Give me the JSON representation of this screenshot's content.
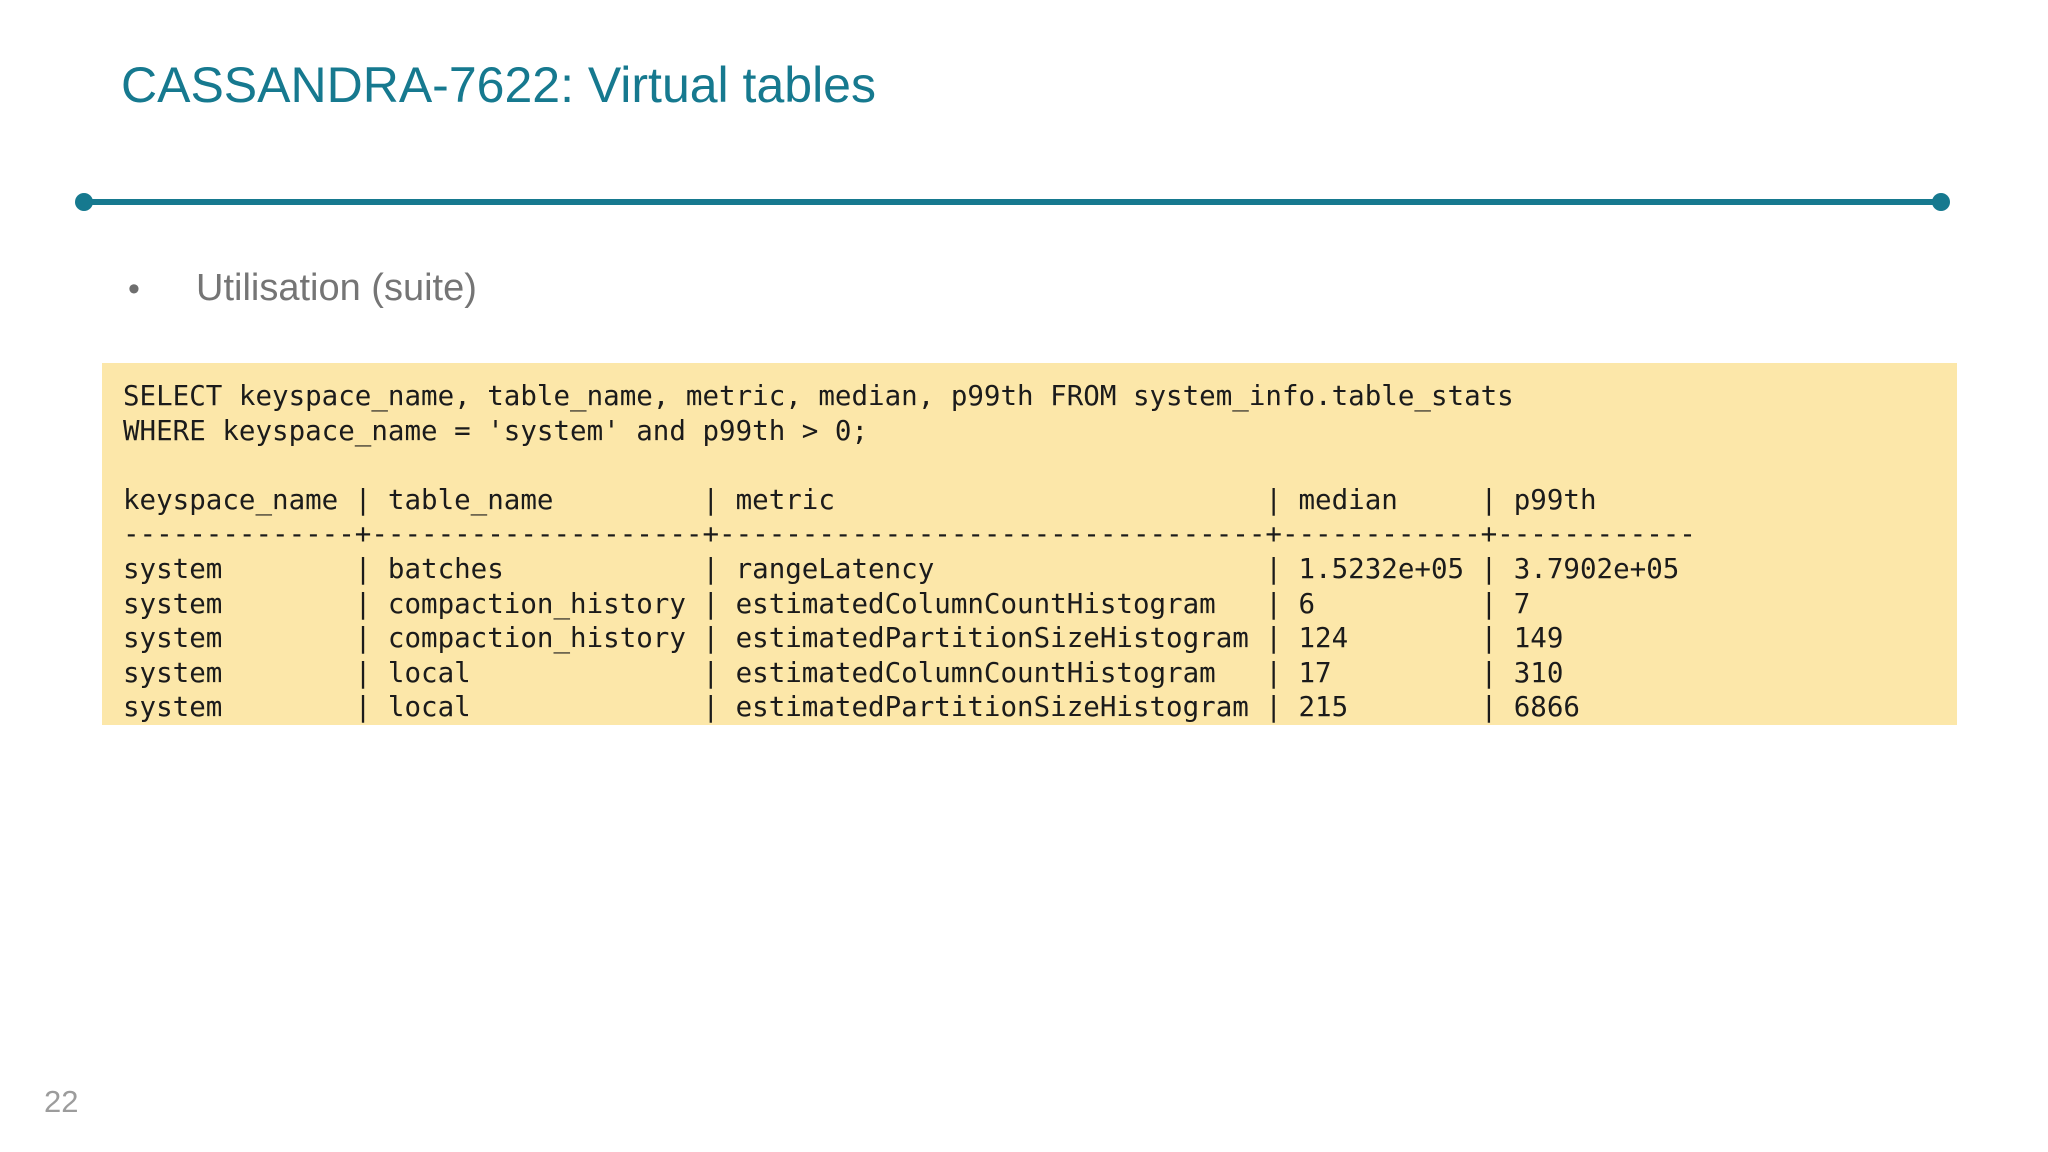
{
  "slide": {
    "title": "CASSANDRA-7622: Virtual tables",
    "bullet_glyph": "•",
    "bullet_text": "Utilisation (suite)",
    "page_number": "22",
    "accent_color": "#16798F",
    "code_background_color": "#FCE7A9"
  },
  "code_block": {
    "query_lines": [
      "SELECT keyspace_name, table_name, metric, median, p99th FROM system_info.table_stats",
      "WHERE keyspace_name = 'system' and p99th > 0;"
    ],
    "result_table": {
      "columns": [
        "keyspace_name",
        "table_name",
        "metric",
        "median",
        "p99th"
      ],
      "rows": [
        [
          "system",
          "batches",
          "rangeLatency",
          "1.5232e+05",
          "3.7902e+05"
        ],
        [
          "system",
          "compaction_history",
          "estimatedColumnCountHistogram",
          "6",
          "7"
        ],
        [
          "system",
          "compaction_history",
          "estimatedPartitionSizeHistogram",
          "124",
          "149"
        ],
        [
          "system",
          "local",
          "estimatedColumnCountHistogram",
          "17",
          "310"
        ],
        [
          "system",
          "local",
          "estimatedPartitionSizeHistogram",
          "215",
          "6866"
        ]
      ]
    }
  }
}
